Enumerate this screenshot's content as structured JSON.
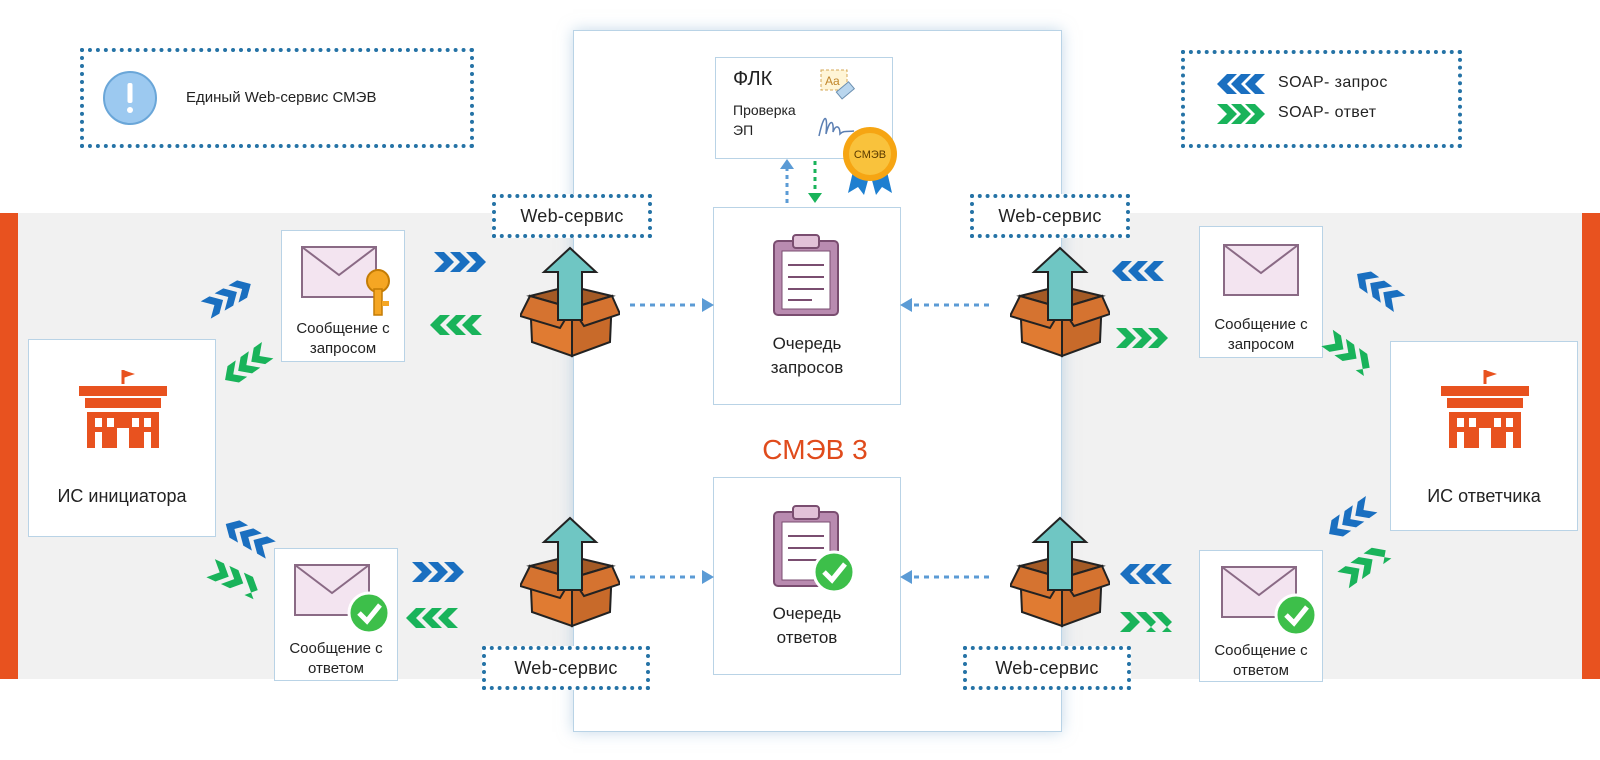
{
  "legend_left": {
    "text": "Единый Web-сервис СМЭВ",
    "icon": "info-icon"
  },
  "legend_right": {
    "request": "SOAP- запрос",
    "response": "SOAP- ответ"
  },
  "flk": {
    "title": "ФЛК",
    "line1": "Проверка",
    "line2": "ЭП",
    "seal": "СМЭВ"
  },
  "core_title": "СМЭВ 3",
  "queue_requests": {
    "line1": "Очередь",
    "line2": "запросов"
  },
  "queue_responses": {
    "line1": "Очередь",
    "line2": "ответов"
  },
  "web_service": "Web-сервис",
  "initiator": "ИС инициатора",
  "responder": "ИС ответчика",
  "msg_request": {
    "line1": "Сообщение с",
    "line2": "запросом"
  },
  "msg_response": {
    "line1": "Сообщение с",
    "line2": "ответом"
  },
  "colors": {
    "accent_orange": "#e8521f",
    "request_blue": "#1a6fc0",
    "response_green": "#19b35a",
    "dotted_border": "#2573a6",
    "title_red": "#e04b1c"
  }
}
